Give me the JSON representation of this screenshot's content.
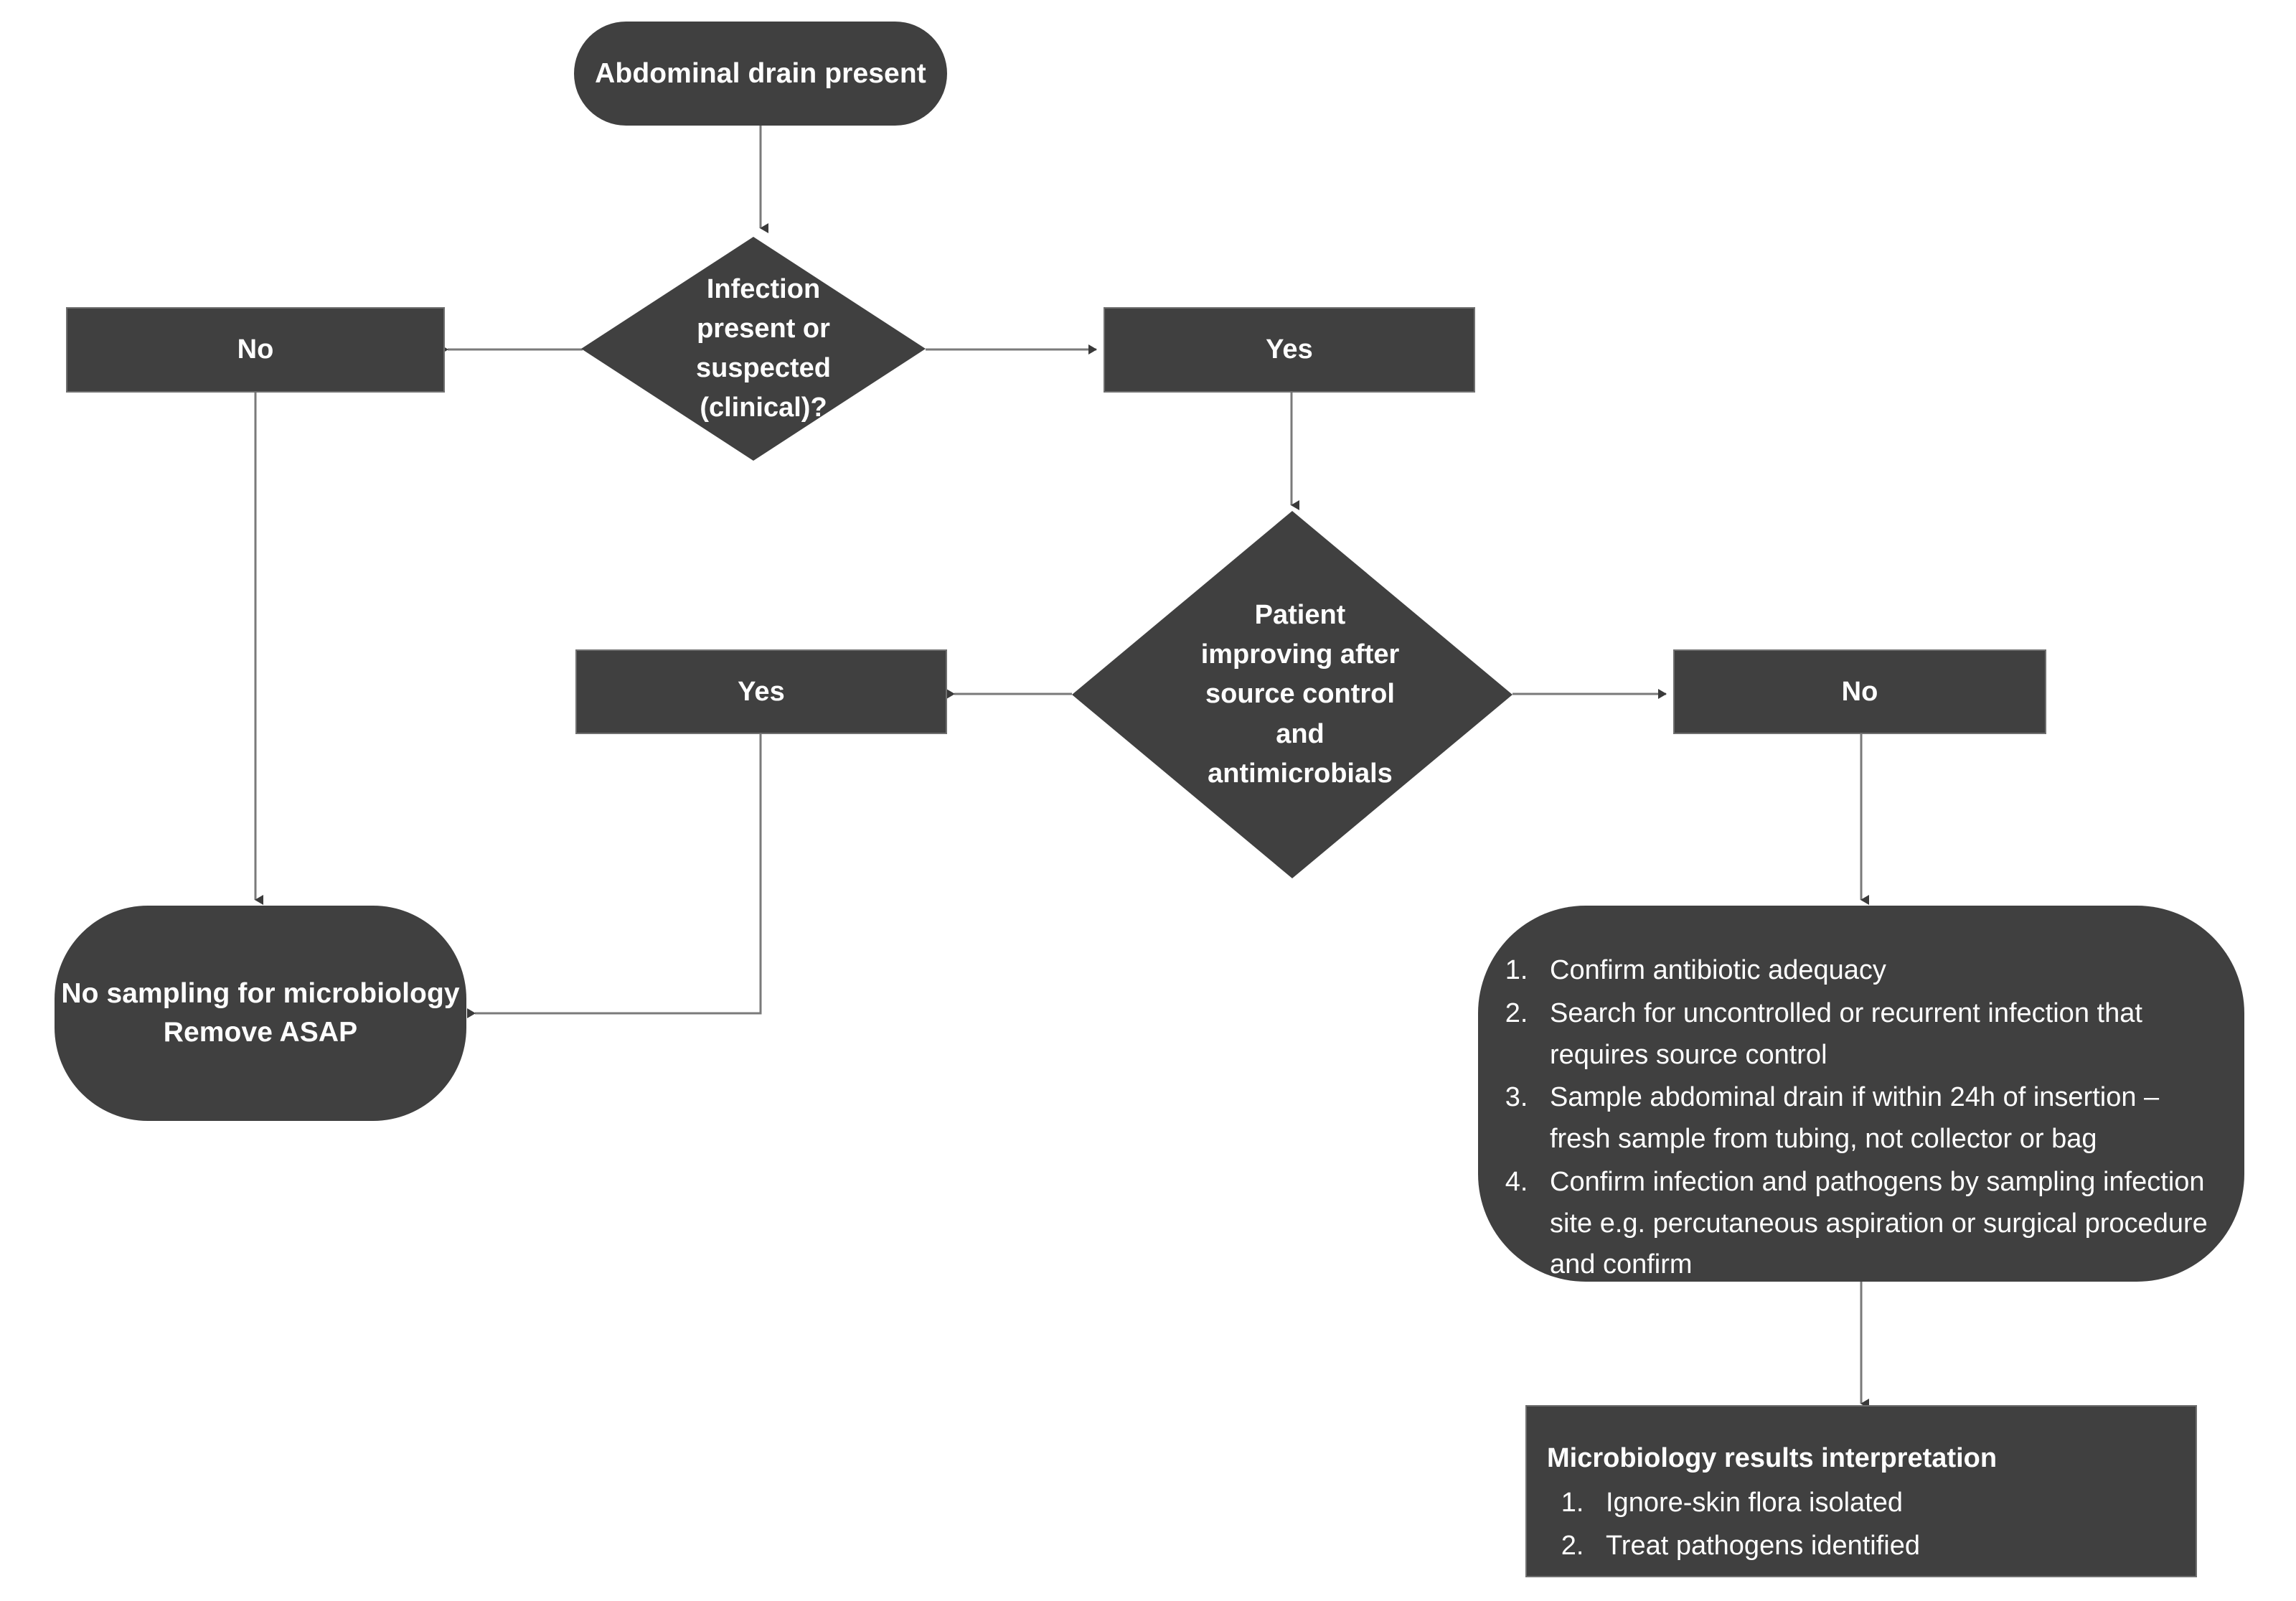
{
  "diagram": {
    "title": "Abdominal drain microbiology sampling flowchart",
    "colors": {
      "node_fill": "#404040",
      "node_text": "#ffffff",
      "node_border": "#6f6f6f",
      "edge_line": "#7a7a7a",
      "arrow_head": "#3a3a3a",
      "background": "#ffffff"
    },
    "nodes": {
      "start": {
        "label": "Abdominal drain present",
        "shape": "pill"
      },
      "decision_infection": {
        "line1": "Infection",
        "line2": "present or",
        "line3": "suspected",
        "line4": "(clinical)?",
        "shape": "diamond"
      },
      "branch_no_infection": {
        "label": "No",
        "shape": "rect"
      },
      "branch_yes_infection": {
        "label": "Yes",
        "shape": "rect"
      },
      "decision_improving": {
        "line1": "Patient",
        "line2": "improving after",
        "line3": "source control",
        "line4": "and",
        "line5": "antimicrobials",
        "shape": "diamond"
      },
      "branch_yes_improving": {
        "label": "Yes",
        "shape": "rect"
      },
      "branch_no_improving": {
        "label": "No",
        "shape": "rect"
      },
      "outcome_no_sampling": {
        "line1": "No sampling for microbiology",
        "line2": "Remove ASAP",
        "shape": "rounded"
      },
      "actions": {
        "shape": "rounded",
        "items": [
          "Confirm antibiotic adequacy",
          "Search for uncontrolled or recurrent infection that requires source control",
          "Sample abdominal drain if within 24h of insertion – fresh sample from tubing, not collector or bag",
          "Confirm infection and pathogens by sampling infection site e.g. percutaneous aspiration or surgical procedure and confirm"
        ]
      },
      "results": {
        "shape": "rect",
        "heading": "Microbiology results interpretation",
        "items": [
          "Ignore-skin flora isolated",
          "Treat pathogens identified"
        ]
      }
    },
    "edges": [
      {
        "from": "start",
        "to": "decision_infection",
        "style": "straight-down"
      },
      {
        "from": "decision_infection",
        "to": "branch_no_infection",
        "style": "straight-left"
      },
      {
        "from": "decision_infection",
        "to": "branch_yes_infection",
        "style": "straight-right"
      },
      {
        "from": "branch_no_infection",
        "to": "outcome_no_sampling",
        "style": "straight-down"
      },
      {
        "from": "branch_yes_infection",
        "to": "decision_improving",
        "style": "straight-down"
      },
      {
        "from": "decision_improving",
        "to": "branch_yes_improving",
        "style": "straight-left"
      },
      {
        "from": "decision_improving",
        "to": "branch_no_improving",
        "style": "straight-right"
      },
      {
        "from": "branch_yes_improving",
        "to": "outcome_no_sampling",
        "style": "elbow-down-left"
      },
      {
        "from": "branch_no_improving",
        "to": "actions",
        "style": "straight-down"
      },
      {
        "from": "actions",
        "to": "results",
        "style": "straight-down"
      }
    ]
  }
}
